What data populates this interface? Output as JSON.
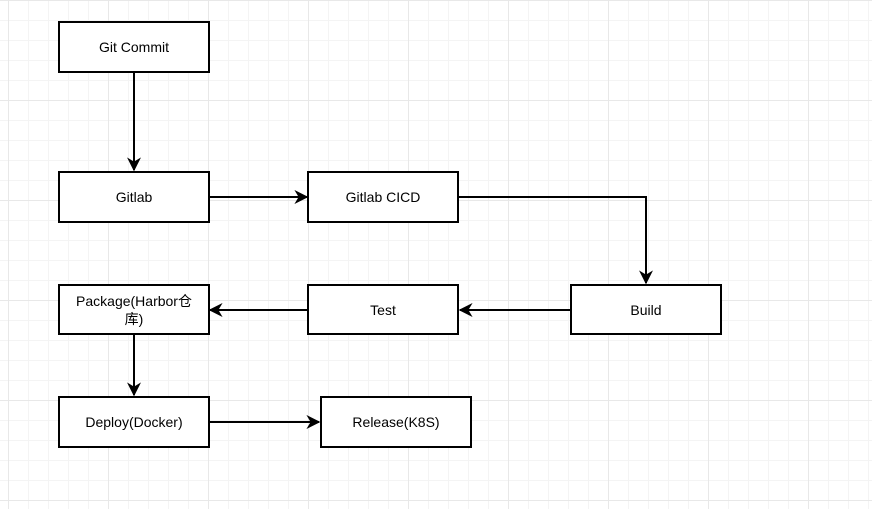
{
  "nodes": {
    "git_commit": "Git Commit",
    "gitlab": "Gitlab",
    "gitlab_cicd": "Gitlab CICD",
    "build": "Build",
    "test": "Test",
    "package_line1": "Package(Harbor仓",
    "package_line2": "库)",
    "deploy": "Deploy(Docker)",
    "release": "Release(K8S)"
  },
  "edges": [
    {
      "from": "Git Commit",
      "to": "Gitlab"
    },
    {
      "from": "Gitlab",
      "to": "Gitlab CICD"
    },
    {
      "from": "Gitlab CICD",
      "to": "Build"
    },
    {
      "from": "Build",
      "to": "Test"
    },
    {
      "from": "Test",
      "to": "Package(Harbor仓库)"
    },
    {
      "from": "Package(Harbor仓库)",
      "to": "Deploy(Docker)"
    },
    {
      "from": "Deploy(Docker)",
      "to": "Release(K8S)"
    }
  ],
  "colors": {
    "stroke": "#000000",
    "fill": "#ffffff",
    "grid": "#e8e8e8"
  }
}
